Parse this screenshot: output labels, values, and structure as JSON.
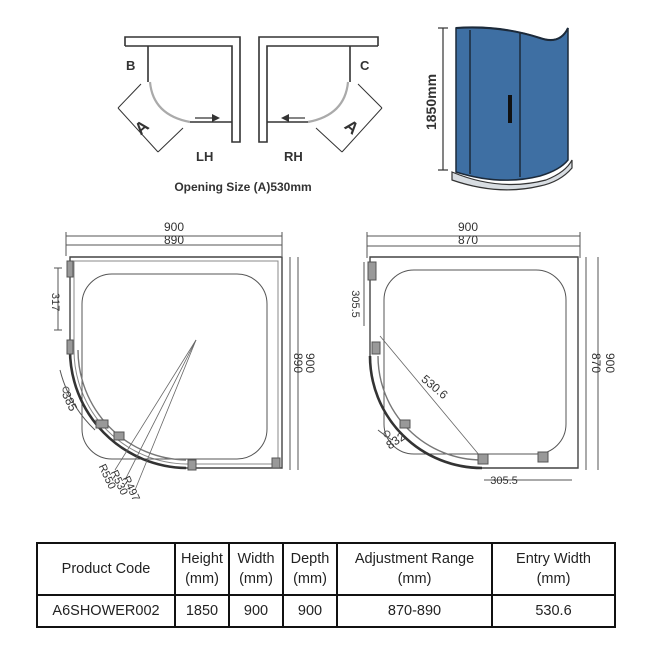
{
  "opening": {
    "caption": "Opening Size (A)530mm",
    "lh": {
      "corner": "B",
      "door": "A",
      "hand": "LH"
    },
    "rh": {
      "corner": "C",
      "door": "A",
      "hand": "RH"
    }
  },
  "enclosure_view": {
    "height_label": "1850mm",
    "colors": {
      "glass": "#3e6fa3",
      "frame": "#1c2a3a"
    }
  },
  "plan_left": {
    "width_outer": "900",
    "width_inner": "890",
    "depth_outer": "900",
    "depth_inner": "890",
    "side_offset": "317",
    "door_arc": "385",
    "radii": [
      "R497",
      "R530",
      "R550"
    ]
  },
  "plan_right": {
    "width_outer": "900",
    "width_inner": "870",
    "depth_outer": "900",
    "depth_inner": "870",
    "side_offset": "305.5",
    "bottom_offset": "305.5",
    "diagonal": "530.6",
    "door_arc": "832"
  },
  "table": {
    "headers": [
      [
        "Product Code"
      ],
      [
        "Height",
        "(mm)"
      ],
      [
        "Width",
        "(mm)"
      ],
      [
        "Depth",
        "(mm)"
      ],
      [
        "Adjustment Range",
        "(mm)"
      ],
      [
        "Entry Width",
        "(mm)"
      ]
    ],
    "row": [
      "A6SHOWER002",
      "1850",
      "900",
      "900",
      "870-890",
      "530.6"
    ]
  }
}
